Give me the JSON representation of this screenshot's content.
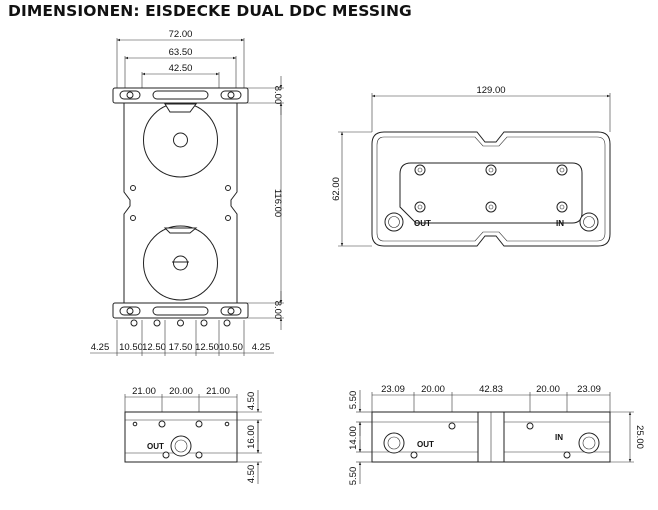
{
  "title": "DIMENSIONEN: EISDECKE DUAL DDC MESSING",
  "top_view": {
    "dim_width_total": "72.00",
    "dim_width_mid": "63.50",
    "dim_width_inner": "42.50",
    "dim_tab_top": "8.00",
    "dim_height": "116.00",
    "dim_tab_bottom": "8.00",
    "bottom_row": [
      "4.25",
      "10.50",
      "12.50",
      "17.50",
      "12.50",
      "10.50",
      "4.25"
    ]
  },
  "side_view": {
    "dim_length": "129.00",
    "dim_height": "62.00",
    "label_out": "OUT",
    "label_in": "IN"
  },
  "small_front_view": {
    "dim_top": [
      "21.00",
      "20.00",
      "21.00"
    ],
    "dim_right": [
      "4.50",
      "16.00",
      "4.50"
    ],
    "label_out": "OUT"
  },
  "large_front_view": {
    "dim_top": [
      "23.09",
      "20.00",
      "42.83",
      "20.00",
      "23.09"
    ],
    "dim_left": [
      "5.50",
      "14.00",
      "5.50"
    ],
    "dim_right": "25.00",
    "label_out": "OUT",
    "label_in": "IN"
  }
}
